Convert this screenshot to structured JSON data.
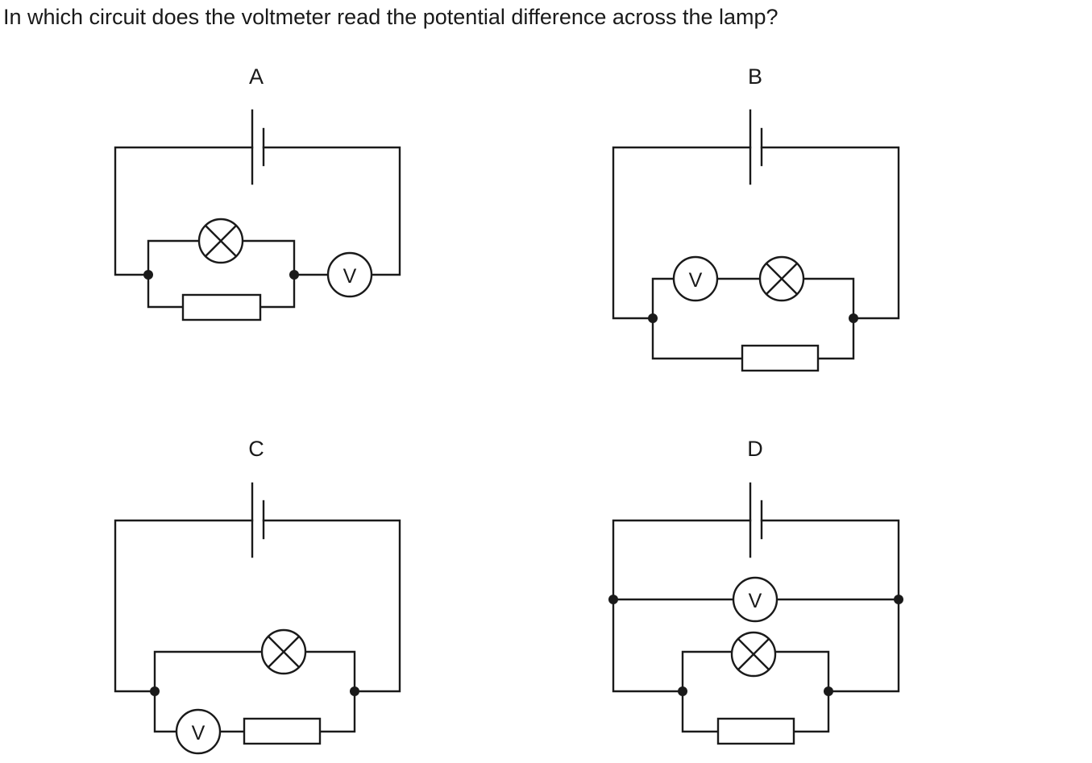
{
  "question": "In which circuit does the voltmeter read the potential difference across the lamp?",
  "options": [
    {
      "letter": "A",
      "meter_symbol": "V"
    },
    {
      "letter": "B",
      "meter_symbol": "V"
    },
    {
      "letter": "C",
      "meter_symbol": "V"
    },
    {
      "letter": "D",
      "meter_symbol": "V"
    }
  ]
}
